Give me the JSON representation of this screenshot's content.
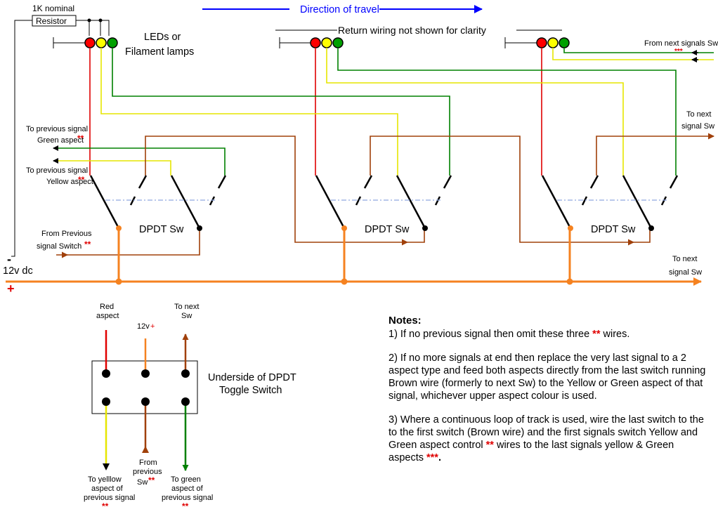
{
  "labels": {
    "resistor_nominal": "1K nominal",
    "resistor": "Resistor",
    "leds": "LEDs or",
    "filament": "Filament lamps",
    "direction": "Direction of travel",
    "return_wiring": "Return wiring not shown for clarity",
    "from_next_signals": "From next signals Sw",
    "to_next_signal_1": "To next",
    "to_next_signal_2": "signal Sw",
    "prev_green_1": "To previous signal",
    "prev_green_2": "Green aspect",
    "prev_yellow_1": "To previous signal",
    "prev_yellow_2": "Yellow aspect",
    "from_prev_1": "From Previous",
    "from_prev_2": "signal Switch",
    "dpdt": "DPDT Sw",
    "minus": "-",
    "supply": "12v dc",
    "plus": "+",
    "to_next_sw_bottom_1": "To next",
    "to_next_sw_bottom_2": "signal Sw",
    "stars2": "**",
    "stars3": "***"
  },
  "toggle": {
    "red_1": "Red",
    "red_2": "aspect",
    "v12": "12v",
    "v12_plus": "+",
    "next_1": "To next",
    "next_2": "Sw",
    "title_1": "Underside of DPDT",
    "title_2": "Toggle Switch",
    "yellow_1": "To yelllow",
    "yellow_2": "aspect of",
    "yellow_3": "previous signal",
    "from_1": "From",
    "from_2": "previous",
    "from_3": "Sw",
    "green_1": "To green",
    "green_2": "aspect of",
    "green_3": "previous signal"
  },
  "notes": {
    "title": "Notes:",
    "n1": "1) If no previous signal then omit these three",
    "n1_end": "wires.",
    "n2": "2) If no more signals at end then replace the very last signal to a 2 aspect type and feed both aspects directly from the last switch running Brown wire (formerly to next Sw) to the Yellow or Green aspect of that signal, whichever upper aspect colour is used.",
    "n3": "3) Where a continuous loop of track is used, wire the last switch to the to the first switch (Brown wire) and the first signals switch Yellow and Green aspect control",
    "n3_mid": "wires to the last signals yellow & Green aspects",
    "n3_end": ".",
    "stars2": "**",
    "stars3": "***"
  },
  "colors": {
    "red": "#e00000",
    "yellow": "#ffff00",
    "green": "#008000",
    "brown": "#a0400a",
    "orange": "#f58220",
    "blue": "#0000ff",
    "dash": "#8fa8e0"
  }
}
